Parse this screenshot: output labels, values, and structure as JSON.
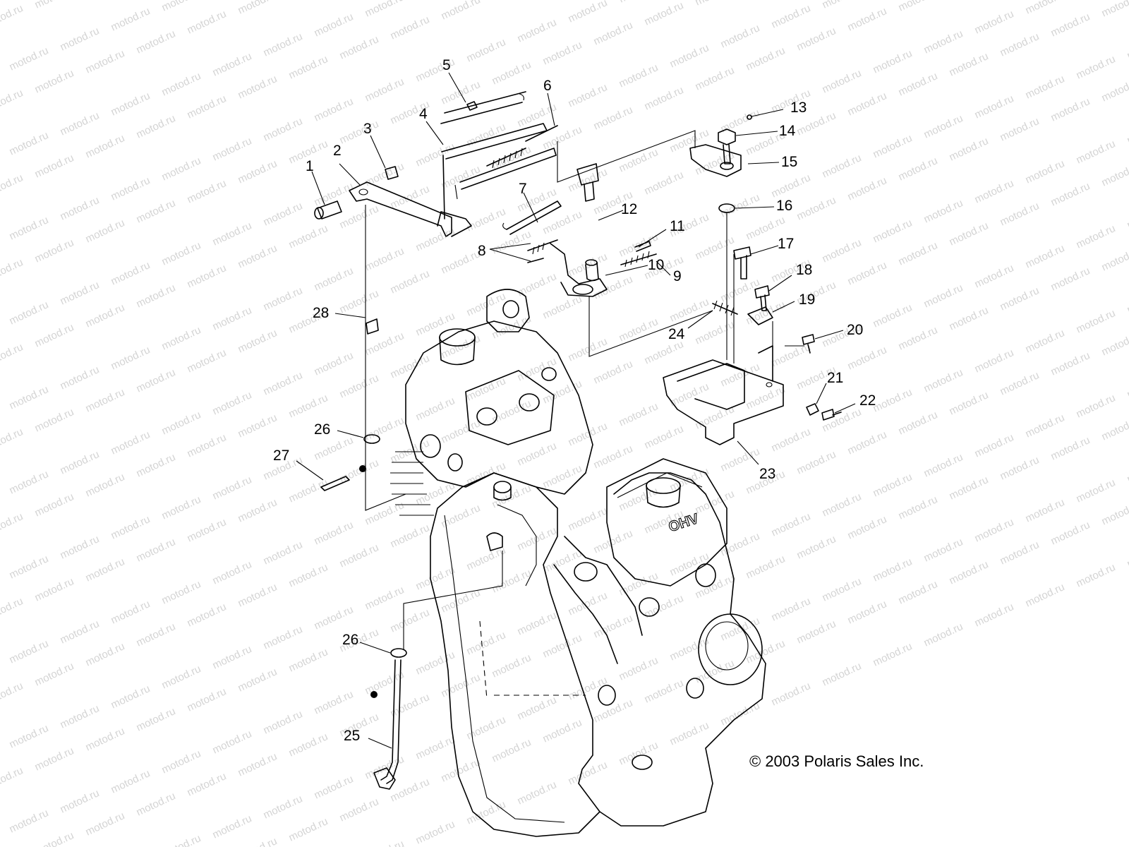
{
  "watermark": "motod.ru",
  "copyright": "© 2003 Polaris Sales Inc.",
  "engine_marking": "OHV",
  "callouts": [
    {
      "label": "1"
    },
    {
      "label": "2"
    },
    {
      "label": "3"
    },
    {
      "label": "4"
    },
    {
      "label": "5"
    },
    {
      "label": "6"
    },
    {
      "label": "7"
    },
    {
      "label": "8"
    },
    {
      "label": "9"
    },
    {
      "label": "10"
    },
    {
      "label": "11"
    },
    {
      "label": "12"
    },
    {
      "label": "13"
    },
    {
      "label": "14"
    },
    {
      "label": "15"
    },
    {
      "label": "16"
    },
    {
      "label": "17"
    },
    {
      "label": "18"
    },
    {
      "label": "19"
    },
    {
      "label": "20"
    },
    {
      "label": "21"
    },
    {
      "label": "22"
    },
    {
      "label": "23"
    },
    {
      "label": "24"
    },
    {
      "label": "25"
    },
    {
      "label": "26"
    },
    {
      "label": "26"
    },
    {
      "label": "27"
    },
    {
      "label": "28"
    }
  ]
}
